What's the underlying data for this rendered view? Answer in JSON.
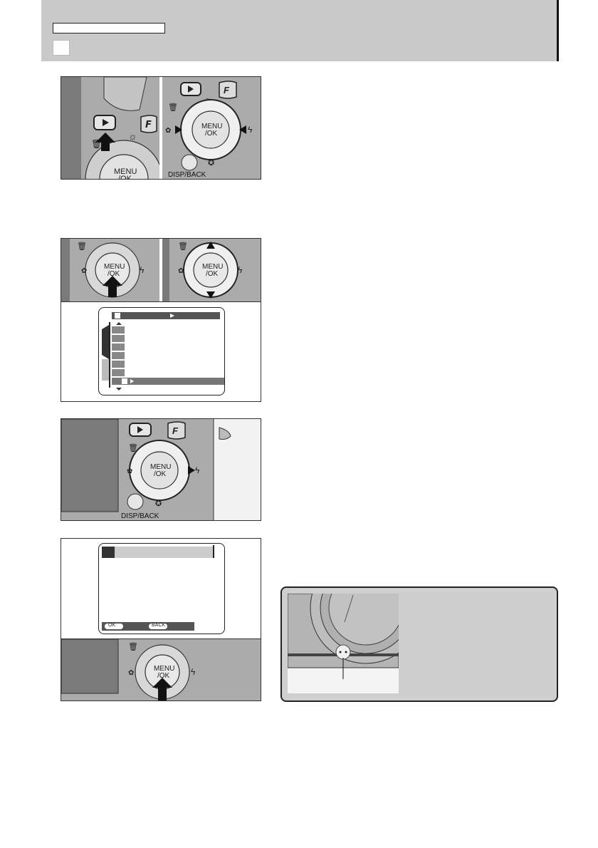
{
  "labels": {
    "menu_ok": "MENU",
    "menu_ok2": "/OK",
    "disp_back": "DISP/BACK",
    "ok": "OK",
    "back": "BACK"
  },
  "colors": {
    "header_bg": "#c9c9c9",
    "camera_body": "#a9a9a9",
    "dark_strip": "#7a7a7a",
    "menu_bar": "#555555"
  },
  "icons": [
    "playback-icon",
    "brightness-icon",
    "trash-icon",
    "macro-icon",
    "flash-icon",
    "self-timer-icon",
    "f-mode-icon",
    "arrow-icon",
    "microphone-icon"
  ]
}
